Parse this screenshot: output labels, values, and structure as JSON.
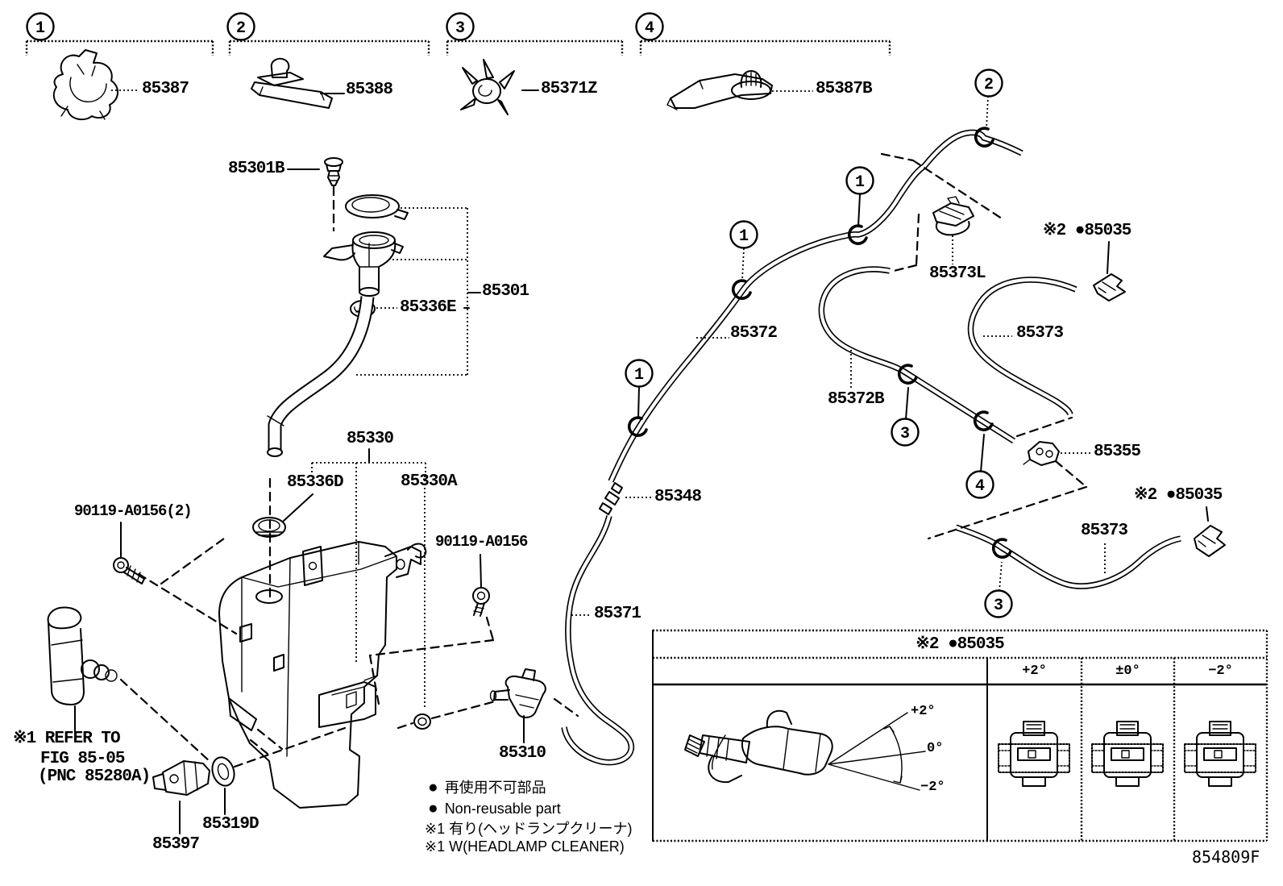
{
  "figure": {
    "code": "854809F"
  },
  "callout_groups": [
    {
      "num": "1",
      "part": "85387"
    },
    {
      "num": "2",
      "part": "85388"
    },
    {
      "num": "3",
      "part": "85371Z"
    },
    {
      "num": "4",
      "part": "85387B"
    }
  ],
  "callouts": {
    "c1": "1",
    "c2": "2",
    "c3": "3",
    "c4": "4"
  },
  "parts": {
    "p85301b": "85301B",
    "p85301": "85301",
    "p85336e": "85336E",
    "p85330": "85330",
    "p85336d": "85336D",
    "p85330a": "85330A",
    "p90119_2": "90119-A0156(2)",
    "p90119": "90119-A0156",
    "p85372": "85372",
    "p85348": "85348",
    "p85371": "85371",
    "p85310": "85310",
    "p85397": "85397",
    "p85319d": "85319D",
    "p85373l": "85373L",
    "p85373_upper": "85373",
    "p85372b": "85372B",
    "p85355": "85355",
    "p85373_lower": "85373",
    "p85035_upper": "※2 ●85035",
    "p85035_lower": "※2 ●85035"
  },
  "notes": {
    "refer1": "※1 REFER TO",
    "refer2": "FIG 85-05",
    "refer3": "(PNC 85280A)"
  },
  "legend": {
    "bullet": "●",
    "jp_nonreusable": "再使用不可部品",
    "en_nonreusable": "Non-reusable part",
    "jp_headlamp": "※1 有り(ヘッドランプクリーナ)",
    "en_headlamp": "※1 W(HEADLAMP CLEANER)"
  },
  "table": {
    "title": "※2 ●85035",
    "columns": [
      "+2°",
      "±0°",
      "−2°"
    ],
    "fan": {
      "plus2": "+2°",
      "zero": "0°",
      "minus2": "−2°"
    }
  }
}
